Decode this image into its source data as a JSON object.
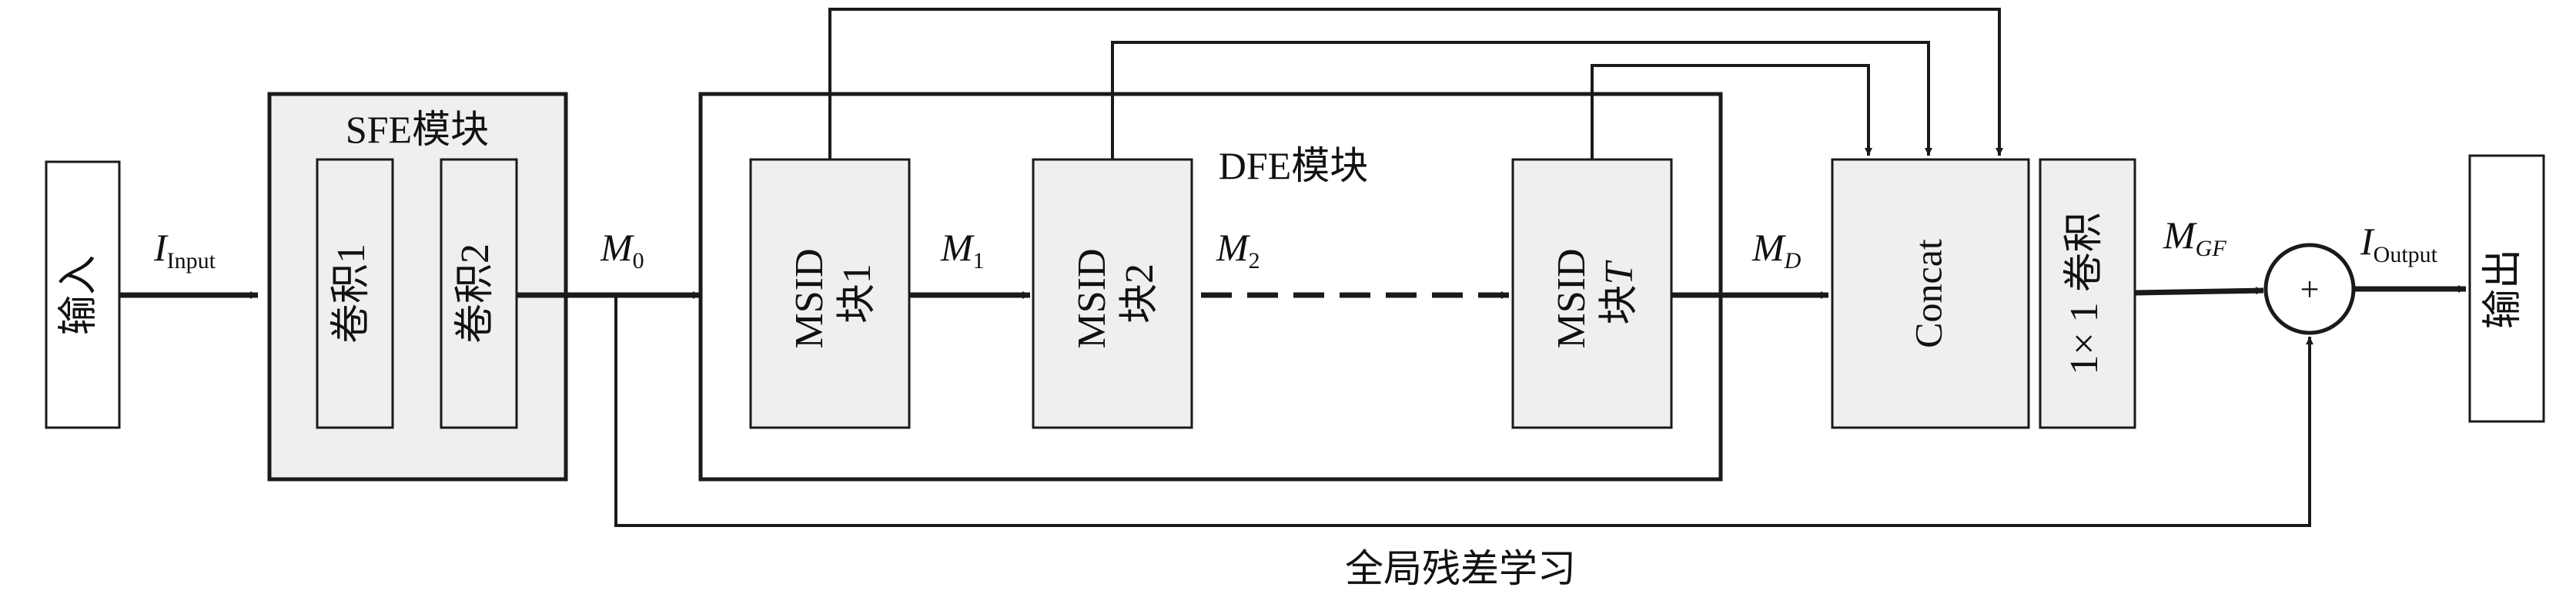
{
  "input": {
    "label": "输入"
  },
  "output": {
    "label": "输出"
  },
  "sfe": {
    "title": "SFE模块",
    "conv1": "卷积1",
    "conv2": "卷积2"
  },
  "dfe": {
    "title": "DFE模块",
    "block1": {
      "line1": "MSID",
      "line2": "块1"
    },
    "block2": {
      "line1": "MSID",
      "line2": "块2"
    },
    "blockT": {
      "line1": "MSID",
      "line2_main": "块",
      "line2_var": "T"
    }
  },
  "concat": {
    "label": "Concat"
  },
  "conv1x1": {
    "label": "1× 1 卷积"
  },
  "plus": {
    "symbol": "+"
  },
  "signals": {
    "i_input": {
      "main": "I",
      "sub": "Input"
    },
    "m0": {
      "main": "M",
      "sub": "0"
    },
    "m1": {
      "main": "M",
      "sub": "1"
    },
    "m2": {
      "main": "M",
      "sub": "2"
    },
    "md": {
      "main": "M",
      "sub": "D"
    },
    "mgf": {
      "main": "M",
      "sub": "GF"
    },
    "i_output": {
      "main": "I",
      "sub": "Output"
    }
  },
  "residual_label": "全局残差学习",
  "colors": {
    "stroke": "#1a1a1a",
    "box_fill": "#efefef",
    "bg": "#ffffff"
  }
}
